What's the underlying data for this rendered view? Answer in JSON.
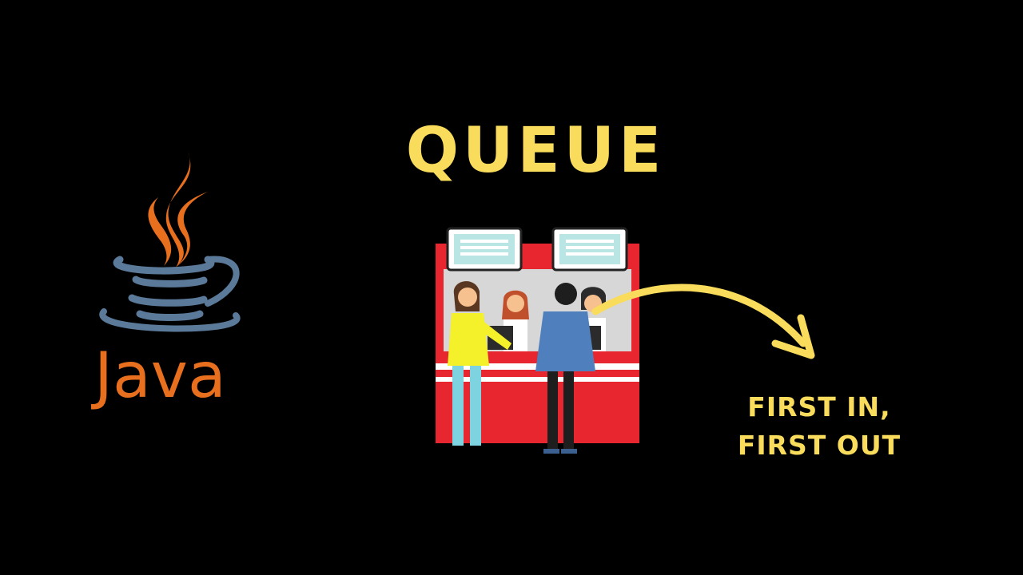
{
  "title": "QUEUE",
  "subtitle_line1": "FIRST IN,",
  "subtitle_line2": "FIRST OUT",
  "logo": {
    "text": "Java",
    "icon": "java-coffee-cup-icon"
  },
  "illustration": {
    "icon": "ticket-counter-queue-icon"
  },
  "arrow": {
    "icon": "curved-arrow-icon"
  },
  "colors": {
    "background": "#000000",
    "accent_yellow": "#f9dc5c",
    "java_orange": "#e76f1e",
    "java_blue": "#5b7a99",
    "counter_red": "#e8262f"
  }
}
